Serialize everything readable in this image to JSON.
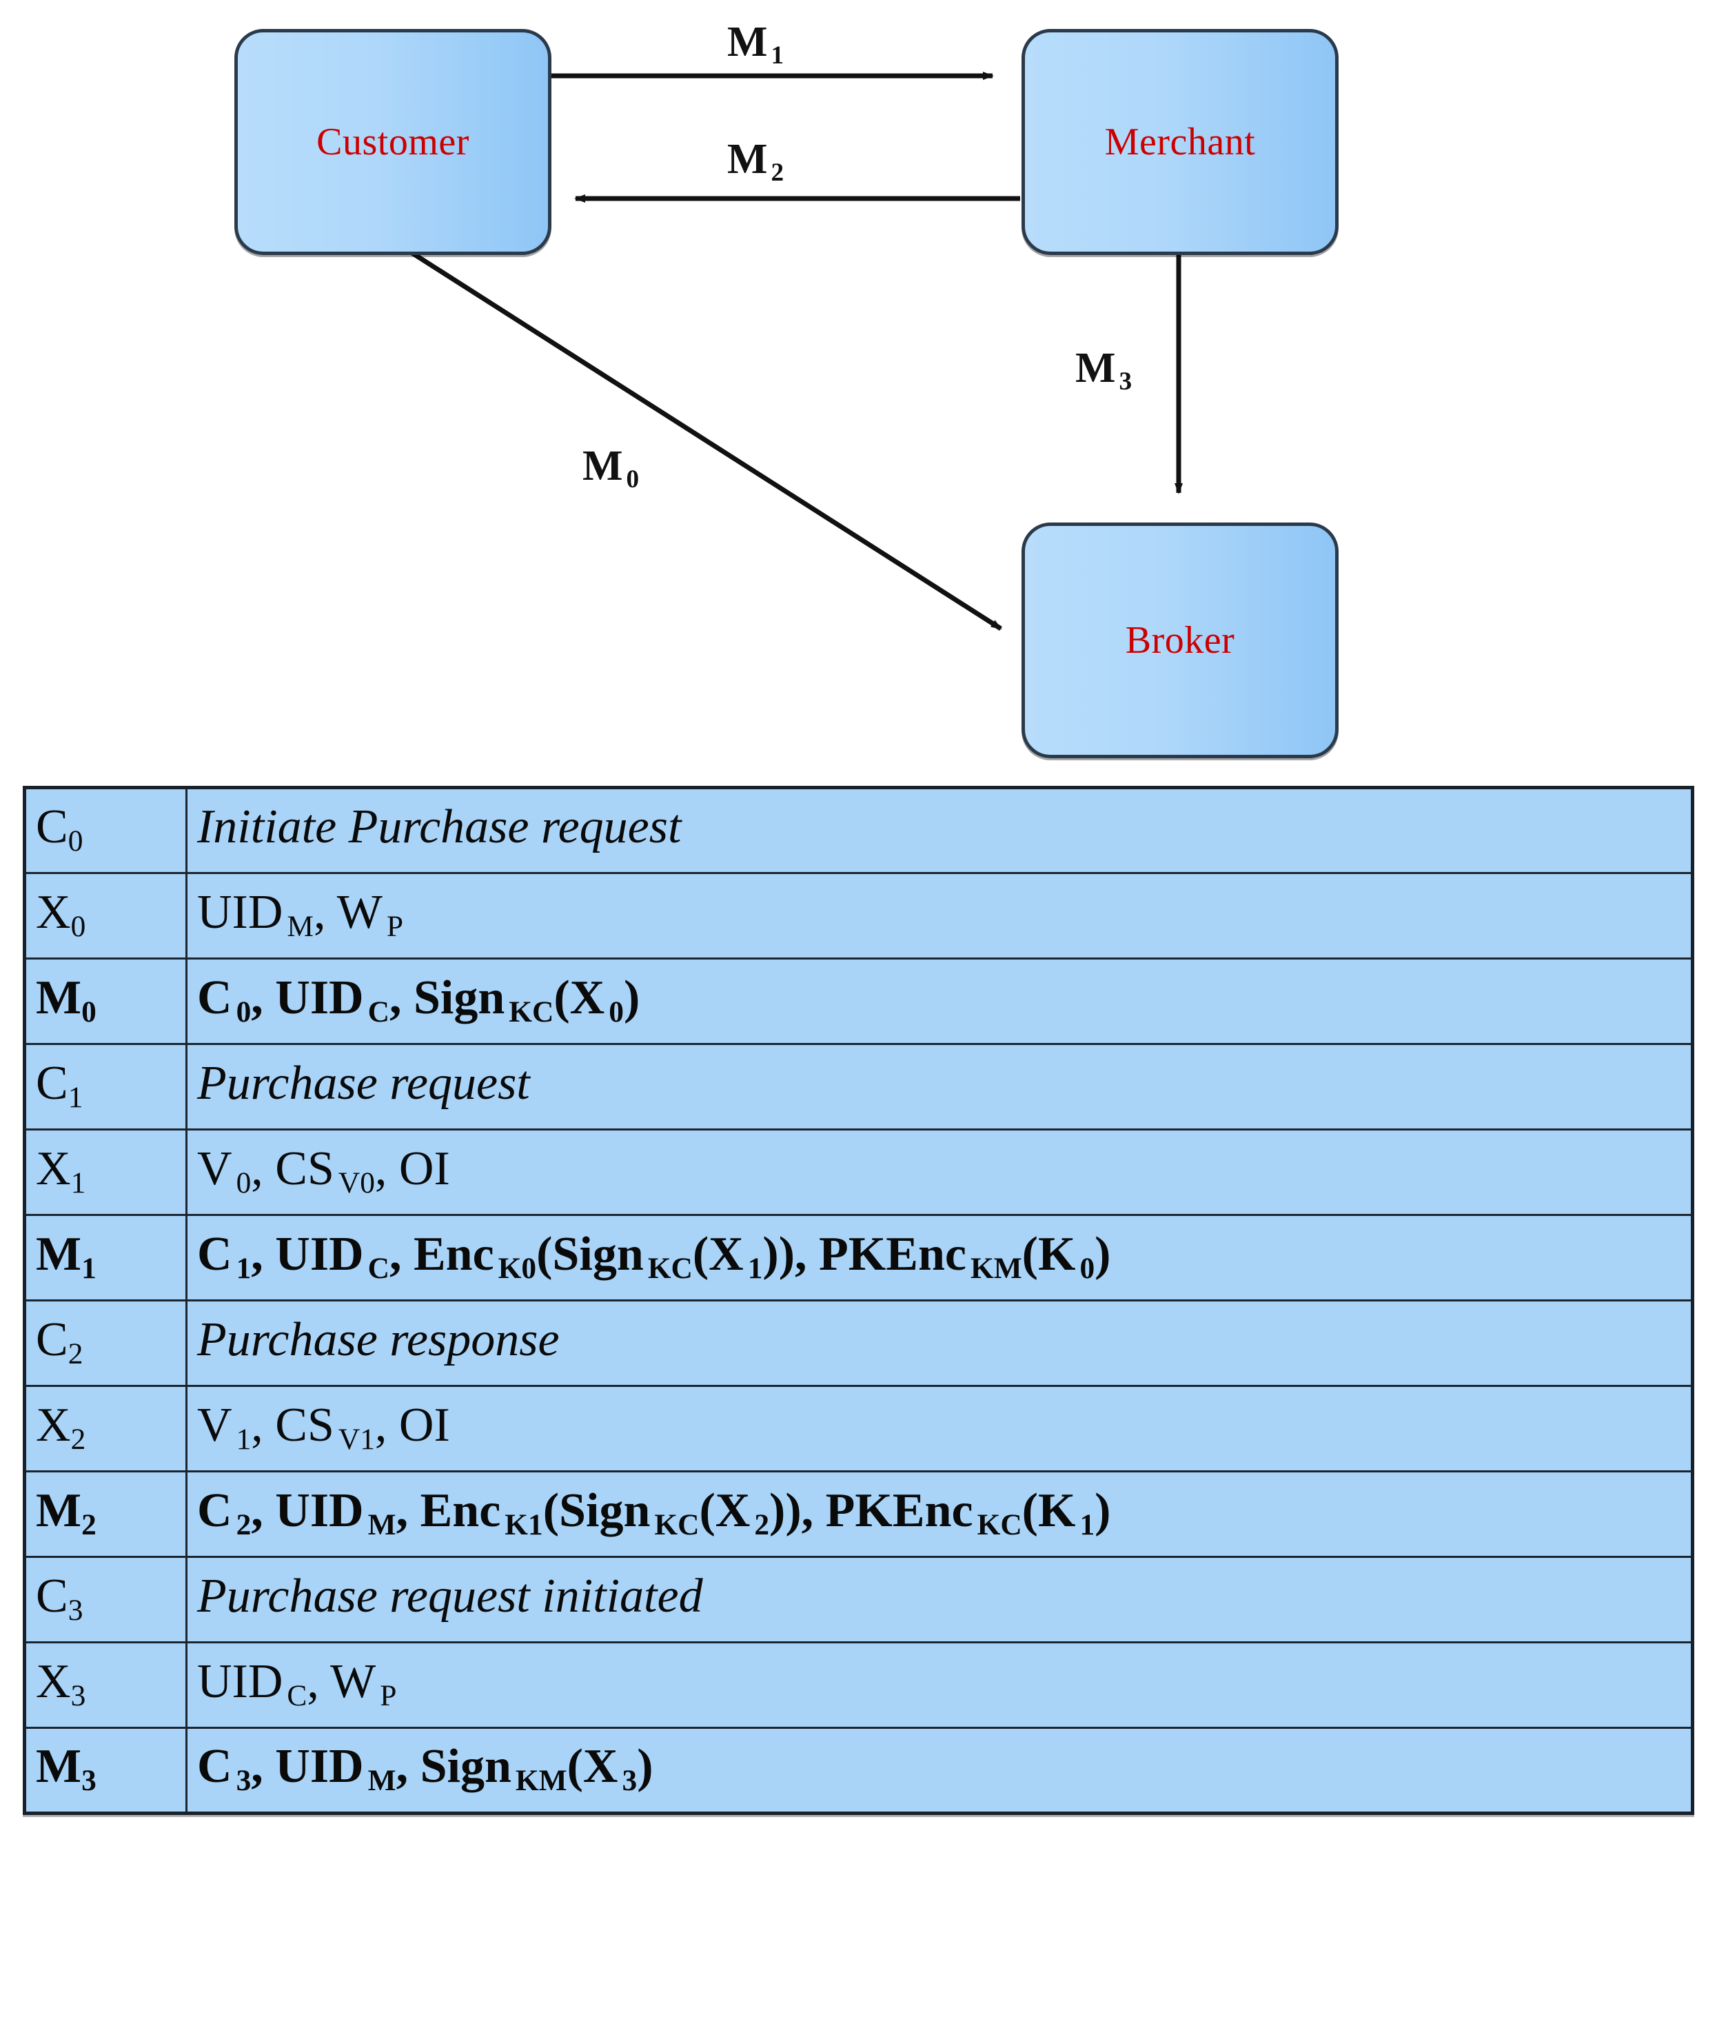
{
  "diagram": {
    "nodes": [
      {
        "id": "customer",
        "label": "Customer"
      },
      {
        "id": "merchant",
        "label": "Merchant"
      },
      {
        "id": "broker",
        "label": "Broker"
      }
    ],
    "edges": [
      {
        "id": "m1",
        "label": "M",
        "sub": "1",
        "from": "customer",
        "to": "merchant",
        "direction": "right"
      },
      {
        "id": "m2",
        "label": "M",
        "sub": "2",
        "from": "merchant",
        "to": "customer",
        "direction": "left"
      },
      {
        "id": "m3",
        "label": "M",
        "sub": "3",
        "from": "merchant",
        "to": "broker",
        "direction": "down"
      },
      {
        "id": "m0",
        "label": "M",
        "sub": "0",
        "from": "customer",
        "to": "broker",
        "direction": "diagonal"
      }
    ],
    "colors": {
      "node_fill_light": "#b8ddfb",
      "node_fill_dark": "#8fc6f6",
      "node_border": "#2b3a4a",
      "node_text": "#cc0000",
      "edge_line": "#111111"
    }
  },
  "table": {
    "fill_color": "#a9d4f8",
    "border_color": "#1c242e",
    "rows": [
      {
        "kind": "c",
        "key": "C",
        "key_sub": "0",
        "value_parts": [
          {
            "t": "Initiate Purchase request"
          }
        ]
      },
      {
        "kind": "x",
        "key": "X",
        "key_sub": "0",
        "value_parts": [
          {
            "t": "UID"
          },
          {
            "sub": "M"
          },
          {
            "t": ", "
          },
          {
            "t": "W"
          },
          {
            "sub": "P"
          }
        ]
      },
      {
        "kind": "m",
        "key": "M",
        "key_sub": "0",
        "value_parts": [
          {
            "t": "C"
          },
          {
            "sub": "0"
          },
          {
            "t": ", "
          },
          {
            "t": "UID"
          },
          {
            "sub": "C"
          },
          {
            "t": ", "
          },
          {
            "t": "Sign"
          },
          {
            "sub": "KC"
          },
          {
            "t": "(X"
          },
          {
            "sub": "0"
          },
          {
            "t": ")"
          }
        ]
      },
      {
        "kind": "c",
        "key": "C",
        "key_sub": "1",
        "value_parts": [
          {
            "t": "Purchase request"
          }
        ]
      },
      {
        "kind": "x",
        "key": "X",
        "key_sub": "1",
        "value_parts": [
          {
            "t": "V"
          },
          {
            "sub": "0"
          },
          {
            "t": ", "
          },
          {
            "t": "CS"
          },
          {
            "sub": "V0"
          },
          {
            "t": ", OI"
          }
        ]
      },
      {
        "kind": "m",
        "key": "M",
        "key_sub": "1",
        "value_parts": [
          {
            "t": "C"
          },
          {
            "sub": "1"
          },
          {
            "t": ", "
          },
          {
            "t": "UID"
          },
          {
            "sub": "C"
          },
          {
            "t": ", "
          },
          {
            "t": "Enc"
          },
          {
            "sub": "K0"
          },
          {
            "t": "(Sign"
          },
          {
            "sub": "KC"
          },
          {
            "t": "(X"
          },
          {
            "sub": "1"
          },
          {
            "t": ")), "
          },
          {
            "t": "PKEnc"
          },
          {
            "sub": "KM"
          },
          {
            "t": "(K"
          },
          {
            "sub": "0"
          },
          {
            "t": ")"
          }
        ]
      },
      {
        "kind": "c",
        "key": "C",
        "key_sub": "2",
        "value_parts": [
          {
            "t": "Purchase response"
          }
        ]
      },
      {
        "kind": "x",
        "key": "X",
        "key_sub": "2",
        "value_parts": [
          {
            "t": "V"
          },
          {
            "sub": "1"
          },
          {
            "t": ", "
          },
          {
            "t": "CS"
          },
          {
            "sub": "V1"
          },
          {
            "t": ", OI"
          }
        ]
      },
      {
        "kind": "m",
        "key": "M",
        "key_sub": "2",
        "value_parts": [
          {
            "t": "C"
          },
          {
            "sub": "2"
          },
          {
            "t": ", "
          },
          {
            "t": "UID"
          },
          {
            "sub": "M"
          },
          {
            "t": ", "
          },
          {
            "t": "Enc"
          },
          {
            "sub": "K1"
          },
          {
            "t": "(Sign"
          },
          {
            "sub": "KC"
          },
          {
            "t": "(X"
          },
          {
            "sub": "2"
          },
          {
            "t": ")), "
          },
          {
            "t": "PKEnc"
          },
          {
            "sub": "KC"
          },
          {
            "t": "(K"
          },
          {
            "sub": "1"
          },
          {
            "t": ")"
          }
        ]
      },
      {
        "kind": "c",
        "key": "C",
        "key_sub": "3",
        "value_parts": [
          {
            "t": "Purchase request initiated"
          }
        ]
      },
      {
        "kind": "x",
        "key": "X",
        "key_sub": "3",
        "value_parts": [
          {
            "t": "UID"
          },
          {
            "sub": "C"
          },
          {
            "t": ", "
          },
          {
            "t": "W"
          },
          {
            "sub": "P"
          }
        ]
      },
      {
        "kind": "m",
        "key": "M",
        "key_sub": "3",
        "value_parts": [
          {
            "t": "C"
          },
          {
            "sub": "3"
          },
          {
            "t": ", "
          },
          {
            "t": "UID"
          },
          {
            "sub": "M"
          },
          {
            "t": ", "
          },
          {
            "t": "Sign"
          },
          {
            "sub": "KM"
          },
          {
            "t": "(X"
          },
          {
            "sub": "3"
          },
          {
            "t": ")"
          }
        ]
      }
    ]
  }
}
